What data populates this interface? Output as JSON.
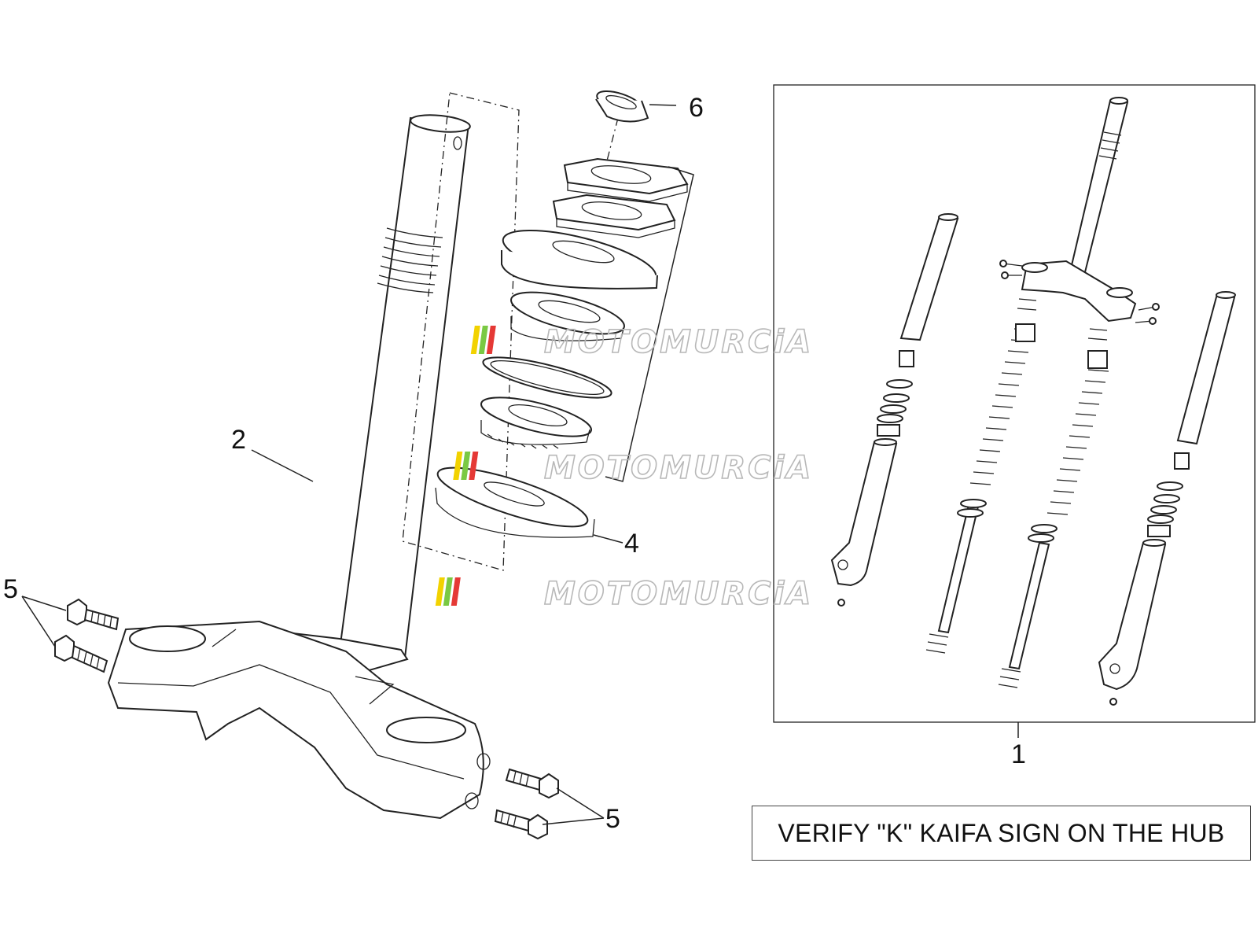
{
  "callouts": {
    "one": "1",
    "two": "2",
    "four": "4",
    "five_left": "5",
    "five_right": "5",
    "six": "6"
  },
  "note": "VERIFY \"K\" KAIFA SIGN ON THE HUB",
  "watermark": "MOTOMURCiA",
  "colors": {
    "line": "#222222",
    "watermark_gray": "#b8b8b8",
    "watermark_yellow": "#f2d200",
    "watermark_green": "#7ac943",
    "watermark_red": "#e53935"
  }
}
